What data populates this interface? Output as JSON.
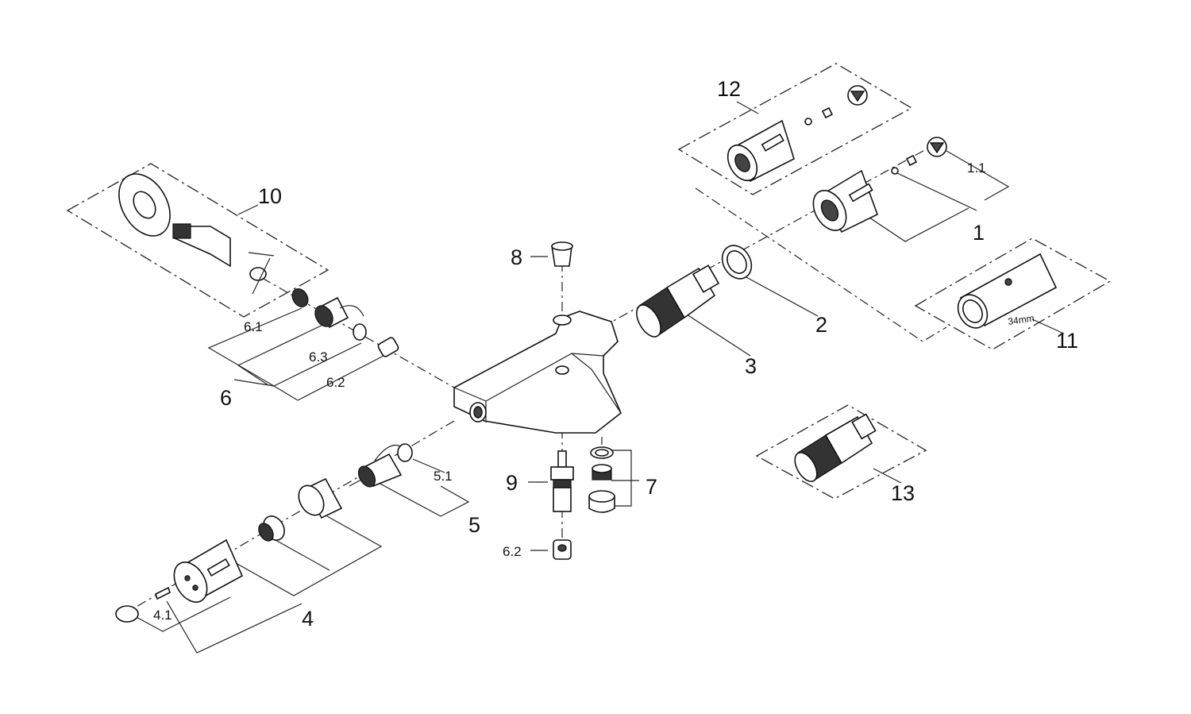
{
  "diagram": {
    "labels": {
      "p1": "1",
      "p1_1": "1.1",
      "p2": "2",
      "p3": "3",
      "p4": "4",
      "p4_1": "4.1",
      "p5": "5",
      "p5_1": "5.1",
      "p6": "6",
      "p6_1": "6.1",
      "p6_2": "6.2",
      "p6_2b": "6.2",
      "p6_3": "6.3",
      "p7": "7",
      "p8": "8",
      "p9": "9",
      "p10": "10",
      "p11": "11",
      "p11_size": "34mm",
      "p12": "12",
      "p13": "13"
    }
  }
}
